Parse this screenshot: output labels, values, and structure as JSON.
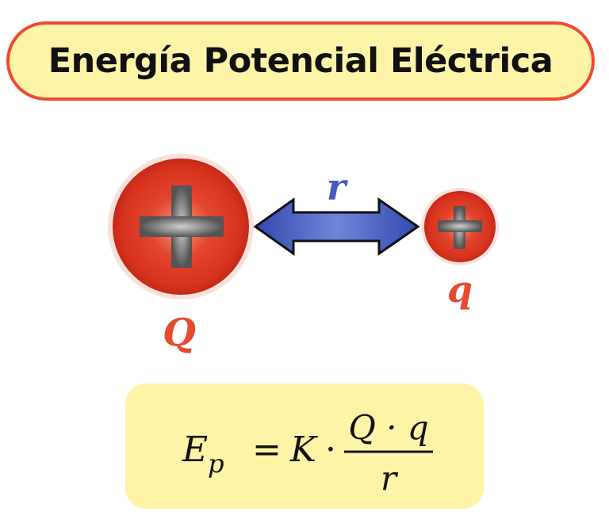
{
  "title": "Energía Potencial Eléctrica",
  "diagram": {
    "distance_label": "r",
    "large_charge_label": "Q",
    "small_charge_label": "q",
    "large_charge_sign": "+",
    "small_charge_sign": "+"
  },
  "formula": {
    "lhs_symbol": "E",
    "lhs_subscript": "p",
    "equals": "=",
    "constant": "K",
    "dot": "·",
    "numerator": "Q · q",
    "denominator": "r"
  },
  "colors": {
    "title_background": "#fdf4a7",
    "title_border": "#ee4a33",
    "charge_red": "#e0402c",
    "charge_label": "#e84a30",
    "arrow_blue": "#4659c2",
    "distance_label": "#4659c2",
    "formula_background": "#fdf4a7",
    "cross": "#5a5a5a"
  }
}
